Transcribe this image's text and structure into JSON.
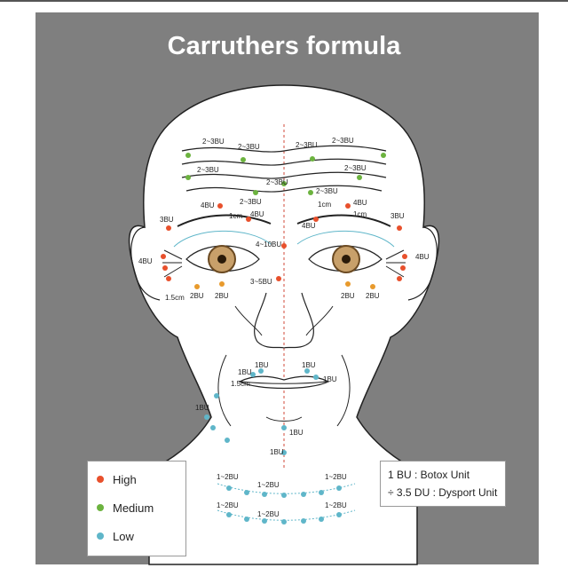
{
  "title": "Carruthers formula",
  "colors": {
    "high": "#e8502c",
    "medium": "#6cb33f",
    "low": "#5fb6c9",
    "background": "#7f7f7f"
  },
  "legend": [
    {
      "label": "High",
      "color": "#e8502c"
    },
    {
      "label": "Medium",
      "color": "#6cb33f"
    },
    {
      "label": "Low",
      "color": "#5fb6c9"
    }
  ],
  "units": {
    "line1": "1 BU : Botox Unit",
    "line2": "÷ 3.5 DU : Dysport Unit"
  },
  "labels": {
    "f1": "2~3BU",
    "f2": "2~3BU",
    "f3": "2~3BU",
    "f4": "2~3BU",
    "f5": "2~3BU",
    "f6": "2~3BU",
    "f7": "2~3BU",
    "brow_l": "2~3BU",
    "brow_r": "2~3BU",
    "g4_l": "4BU",
    "g4_r": "4BU",
    "g4_l2": "4BU",
    "g4_r2": "4BU",
    "temple_l": "3BU",
    "temple_r": "3BU",
    "cm1_l": "1cm",
    "cm1_r": "1cm",
    "cm1_r2": "1cm",
    "proc": "4~10BU",
    "crow_l": "4BU",
    "crow_r": "4BU",
    "cm15_l": "1.5cm",
    "eye_l1": "2BU",
    "eye_l2": "2BU",
    "eye_r1": "2BU",
    "eye_r2": "2BU",
    "nasal": "3~5BU",
    "lip_l1": "1BU",
    "lip_l2": "1BU",
    "lip_r1": "1BU",
    "lip_r2": "1BU",
    "lip_cm": "1.5cm",
    "dao_l": "1BU",
    "chin1": "1BU",
    "chin2": "1BU",
    "neck1": "1~2BU",
    "neck2": "1~2BU",
    "neck3": "1~2BU",
    "neck4": "1~2BU",
    "neck5": "1~2BU",
    "neck6": "1~2BU"
  }
}
